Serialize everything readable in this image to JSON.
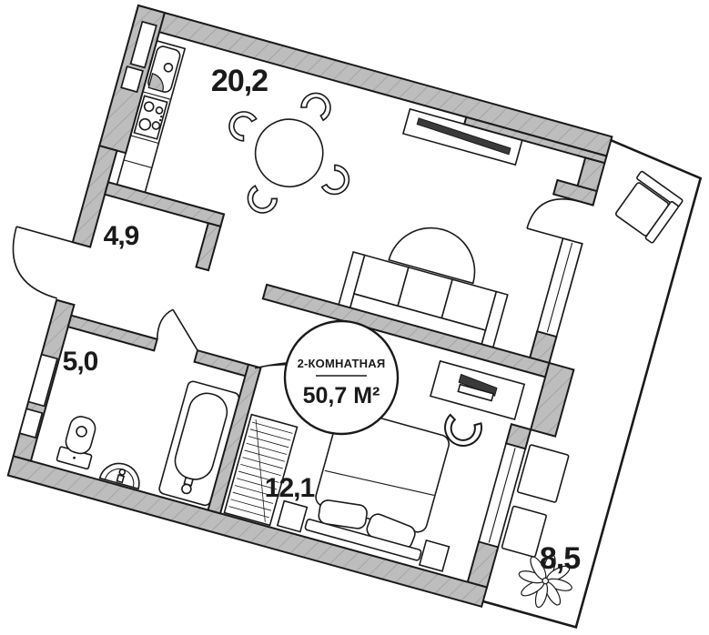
{
  "plan": {
    "badge": {
      "type_label": "2-КОМНАТНАЯ",
      "area_label": "50,7 М²"
    },
    "rooms": [
      {
        "name": "kitchen-living-room",
        "area": "20,2"
      },
      {
        "name": "hallway",
        "area": "4,9"
      },
      {
        "name": "bathroom",
        "area": "5,0"
      },
      {
        "name": "bedroom",
        "area": "12,1"
      },
      {
        "name": "balcony",
        "area": "8,5"
      }
    ],
    "colors": {
      "background": "#ffffff",
      "wall_fill": "#bdbdbd",
      "wall_hatch": "#999999",
      "outline": "#1a1a1a"
    },
    "furniture_icons": [
      "fridge-icon",
      "stove-icon",
      "kitchen-counter-icon",
      "dining-table-icon",
      "dining-chair-icon",
      "tv-sideboard-icon",
      "tv-icon",
      "sofa-icon",
      "rug-icon",
      "desk-icon",
      "desk-chair-icon",
      "monitor-icon",
      "double-bed-icon",
      "pillow-icon",
      "nightstand-icon",
      "wardrobe-icon",
      "bathtub-icon",
      "toilet-icon",
      "washbasin-icon",
      "armchair-icon",
      "balcony-bench-icon",
      "plant-icon"
    ]
  }
}
